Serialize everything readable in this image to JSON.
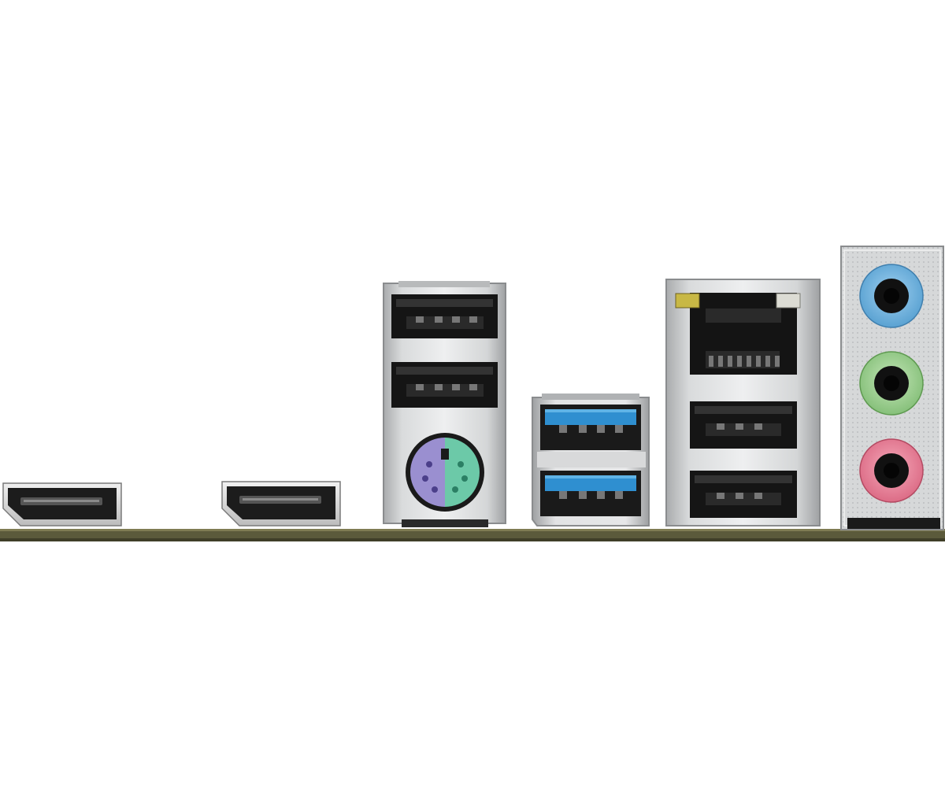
{
  "scene": {
    "background_color": "#ffffff",
    "pcb_color": "#5a5a3c",
    "pcb_edge_color": "#7a7850",
    "shield_color": "#c9cbcc",
    "shield_shadow_color": "#9a9c9e",
    "port_black": "#1a1a1a",
    "usb3_blue": "#2f8fd0",
    "ps2_purple": "#9a8fd0",
    "ps2_green": "#6cc9a8",
    "audio_line_in": "#79b8e0",
    "audio_line_out": "#a6d49a",
    "audio_mic": "#ec8aa0",
    "led_left": "#c8b845",
    "led_right": "#d8d8d0"
  },
  "ports": {
    "hdmi": {
      "count": 2,
      "icon": "hdmi-port-icon"
    },
    "ps2_usb2_stack": {
      "usb2_count": 2,
      "ps2_count": 1,
      "icon": "ps2-port-icon"
    },
    "usb3_stack": {
      "count": 2,
      "icon": "usb3-port-icon"
    },
    "lan_usb_stack": {
      "rj45_count": 1,
      "usb_count": 2,
      "icon": "rj45-port-icon"
    },
    "audio_stack": {
      "jacks": [
        "line-in",
        "line-out",
        "mic-in"
      ],
      "icon": "audio-jack-icon"
    }
  }
}
